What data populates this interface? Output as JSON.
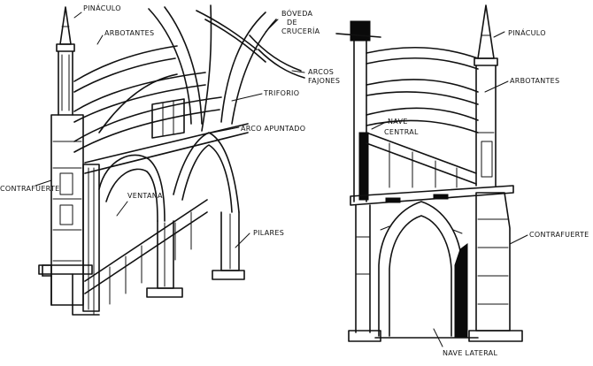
{
  "labels": {
    "left": {
      "pinaculo": "PINÁCULO",
      "arbotantes": "ARBOTANTES",
      "boveda_1": "BÓVEDA",
      "boveda_2": "DE",
      "boveda_3": "CRUCERÍA",
      "arcos_1": "ARCOS",
      "arcos_2": "FAJONES",
      "triforio": "TRIFORIO",
      "arco_apuntado": "ARCO APUNTADO",
      "contrafuerte": "CONTRAFUERTE",
      "ventana": "VENTANA",
      "pilares": "PILARES"
    },
    "right": {
      "pinaculo": "PINÁCULO",
      "arbotantes": "ARBOTANTES",
      "nave_central_1": "NAVE",
      "nave_central_2": "CENTRAL",
      "contrafuerte": "CONTRAFUERTE",
      "nave_lateral": "NAVE LATERAL"
    }
  },
  "colors": {
    "ink": "#111111",
    "paper": "#ffffff"
  }
}
